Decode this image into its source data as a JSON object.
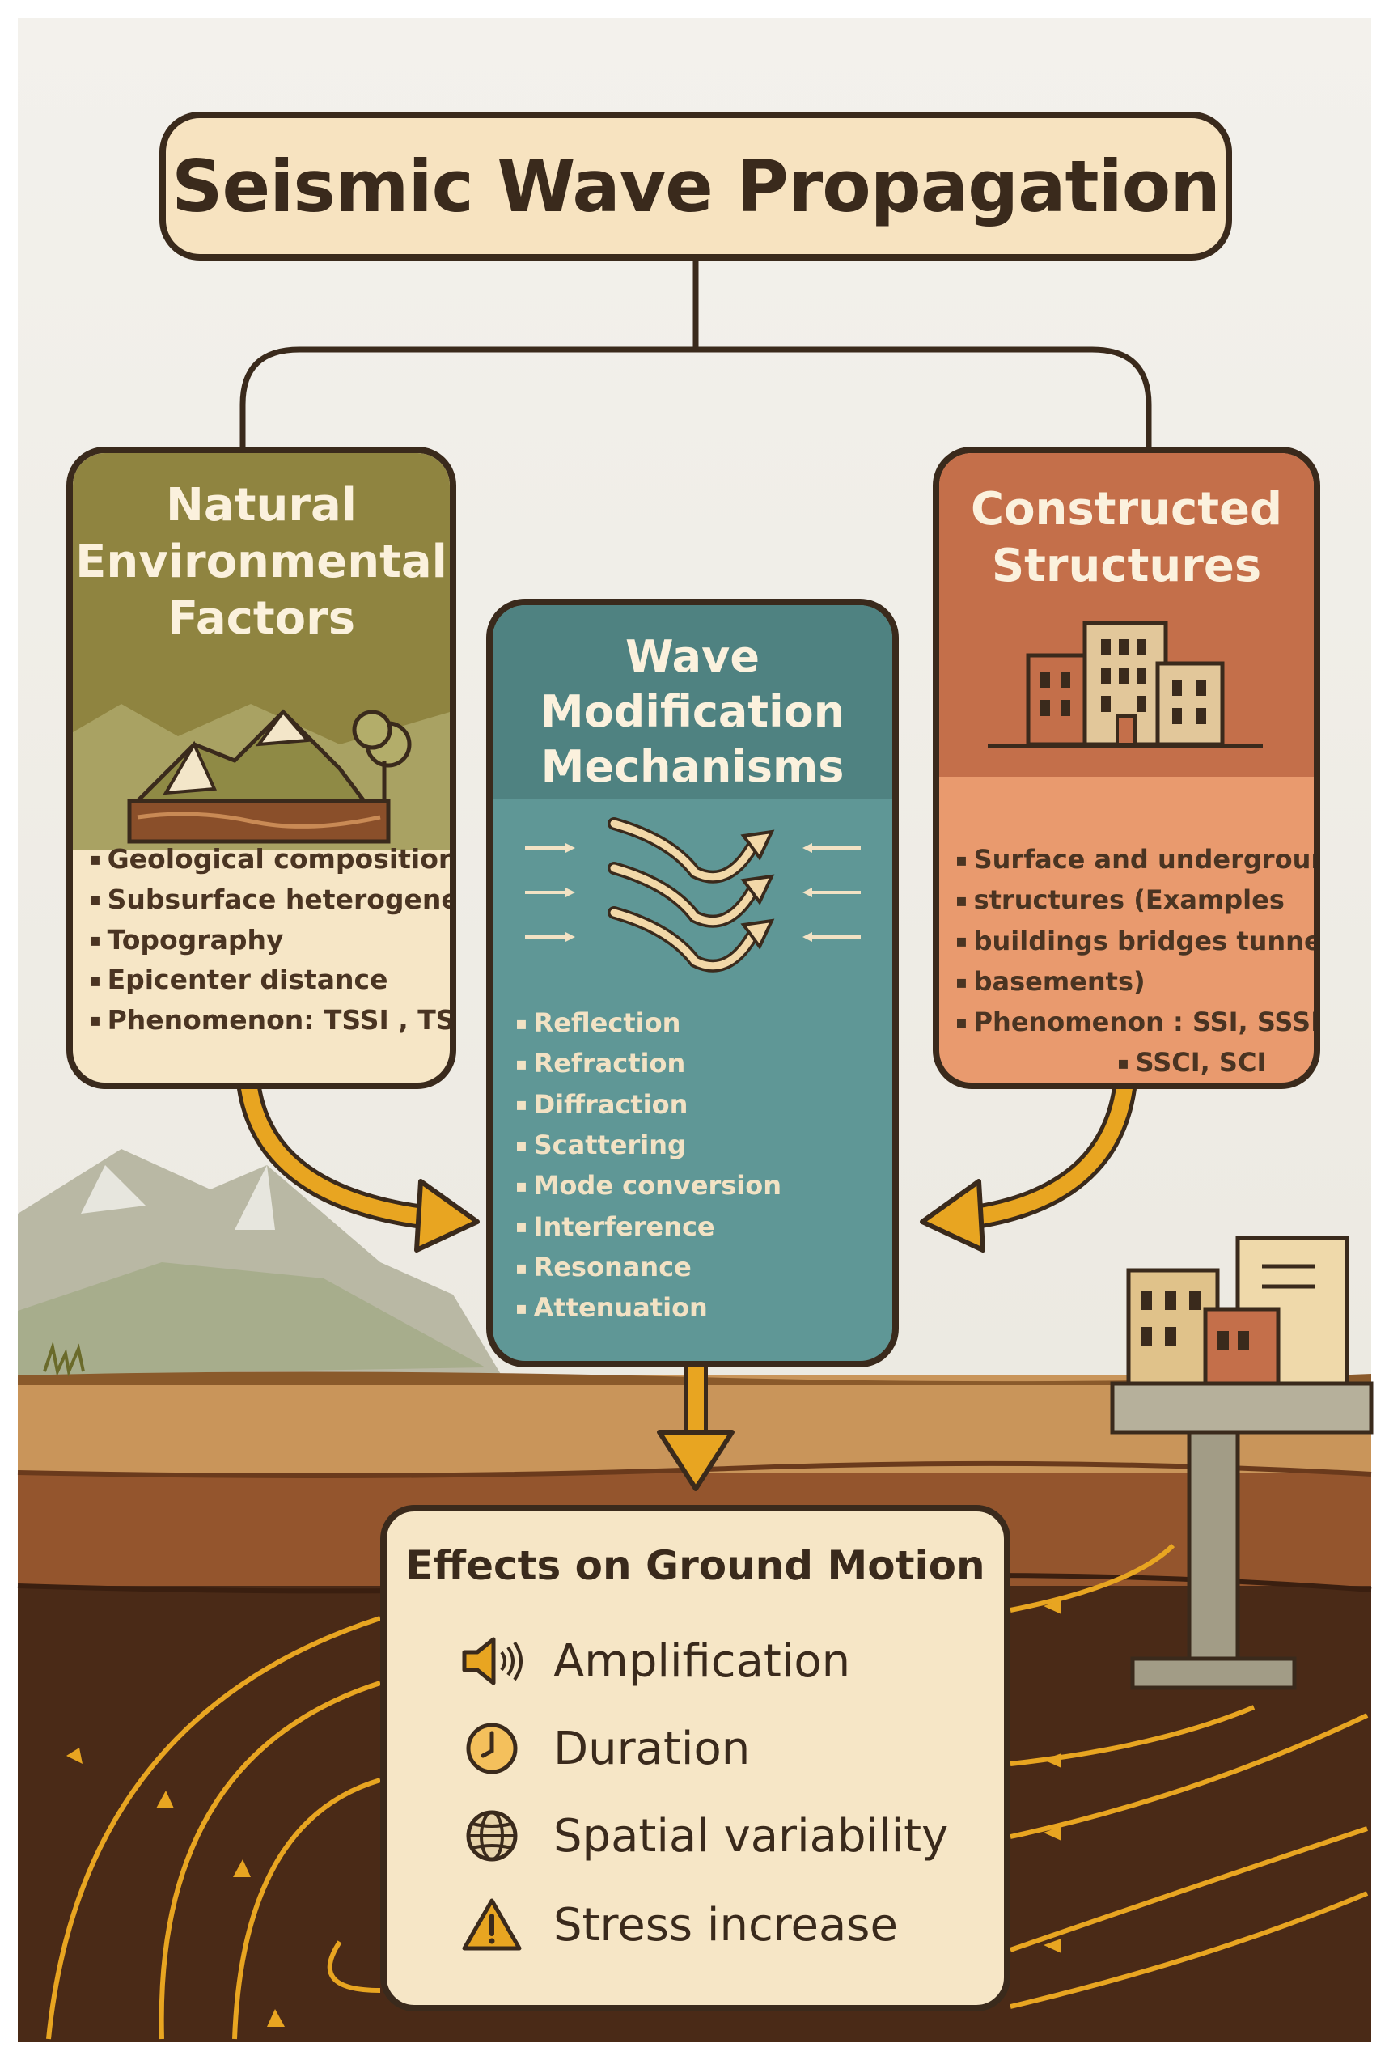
{
  "title": "Seismic Wave Propagation",
  "natural": {
    "heading_lines": [
      "Natural",
      "Environmental",
      "Factors"
    ],
    "items": [
      "Geological composition",
      "Subsurface heterogeneity",
      "Topography",
      "Epicenter distance",
      "Phenomenon: TSSI , TSSSI"
    ]
  },
  "constructed": {
    "heading_lines": [
      "Constructed",
      "Structures"
    ],
    "items": [
      "Surface and underground",
      "structures (Examples",
      "buildings bridges tunnels",
      "basements)",
      "Phenomenon : SSI, SSSI,",
      "SSCI, SCI"
    ]
  },
  "mechanisms": {
    "heading_lines": [
      "Wave",
      "Modification",
      "Mechanisms"
    ],
    "items": [
      "Reflection",
      "Refraction",
      "Diffraction",
      "Scattering",
      "Mode conversion",
      "Interference",
      "Resonance",
      "Attenuation"
    ]
  },
  "effects": {
    "title": "Effects on Ground Motion",
    "items": [
      {
        "label": "Amplification",
        "icon": "speaker-icon"
      },
      {
        "label": "Duration",
        "icon": "clock-icon"
      },
      {
        "label": "Spatial variability",
        "icon": "globe-icon"
      },
      {
        "label": "Stress increase",
        "icon": "warning-icon"
      }
    ]
  },
  "colors": {
    "background": "#eeebe3",
    "natural_panel": "#8f8440",
    "mechanism_panel": "#5f9796",
    "constructed_panel": "#c46f4a",
    "arrow": "#e8a521",
    "soil_dark": "#4a2a17",
    "text_dark": "#3a2a1c"
  }
}
